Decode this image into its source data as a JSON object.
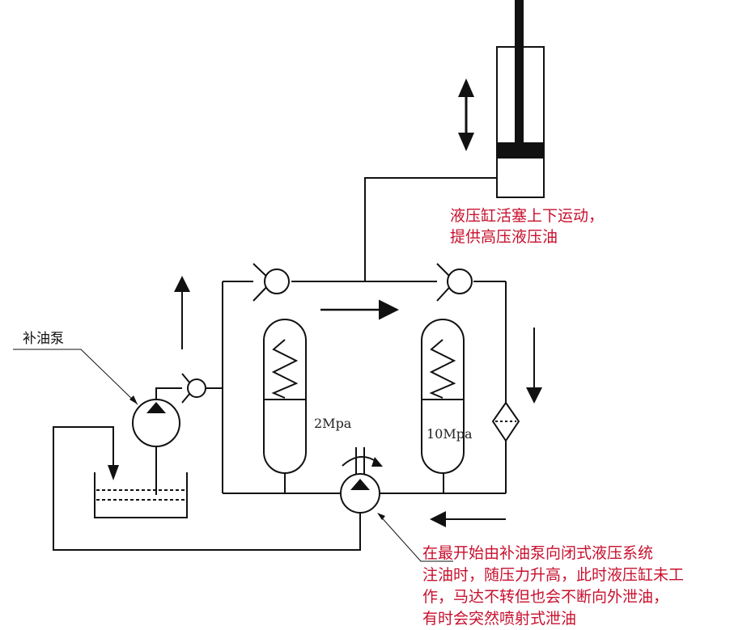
{
  "labels": {
    "makeup_pump": "补油泵",
    "accumulator_low": "2Mpa",
    "accumulator_high": "10Mpa"
  },
  "notes": {
    "cylinder_line1": "液压缸活塞上下运动，",
    "cylinder_line2": "提供高压液压油",
    "motor_line1": "在最开始由补油泵向闭式液压系统",
    "motor_line2": "注油时，随压力升高，此时液压缸未工",
    "motor_line3": "作，马达不转但也会不断向外泄油，",
    "motor_line4": "有时会突然喷射式泄油"
  },
  "colors": {
    "line": "#111111",
    "note": "#c8102e"
  }
}
